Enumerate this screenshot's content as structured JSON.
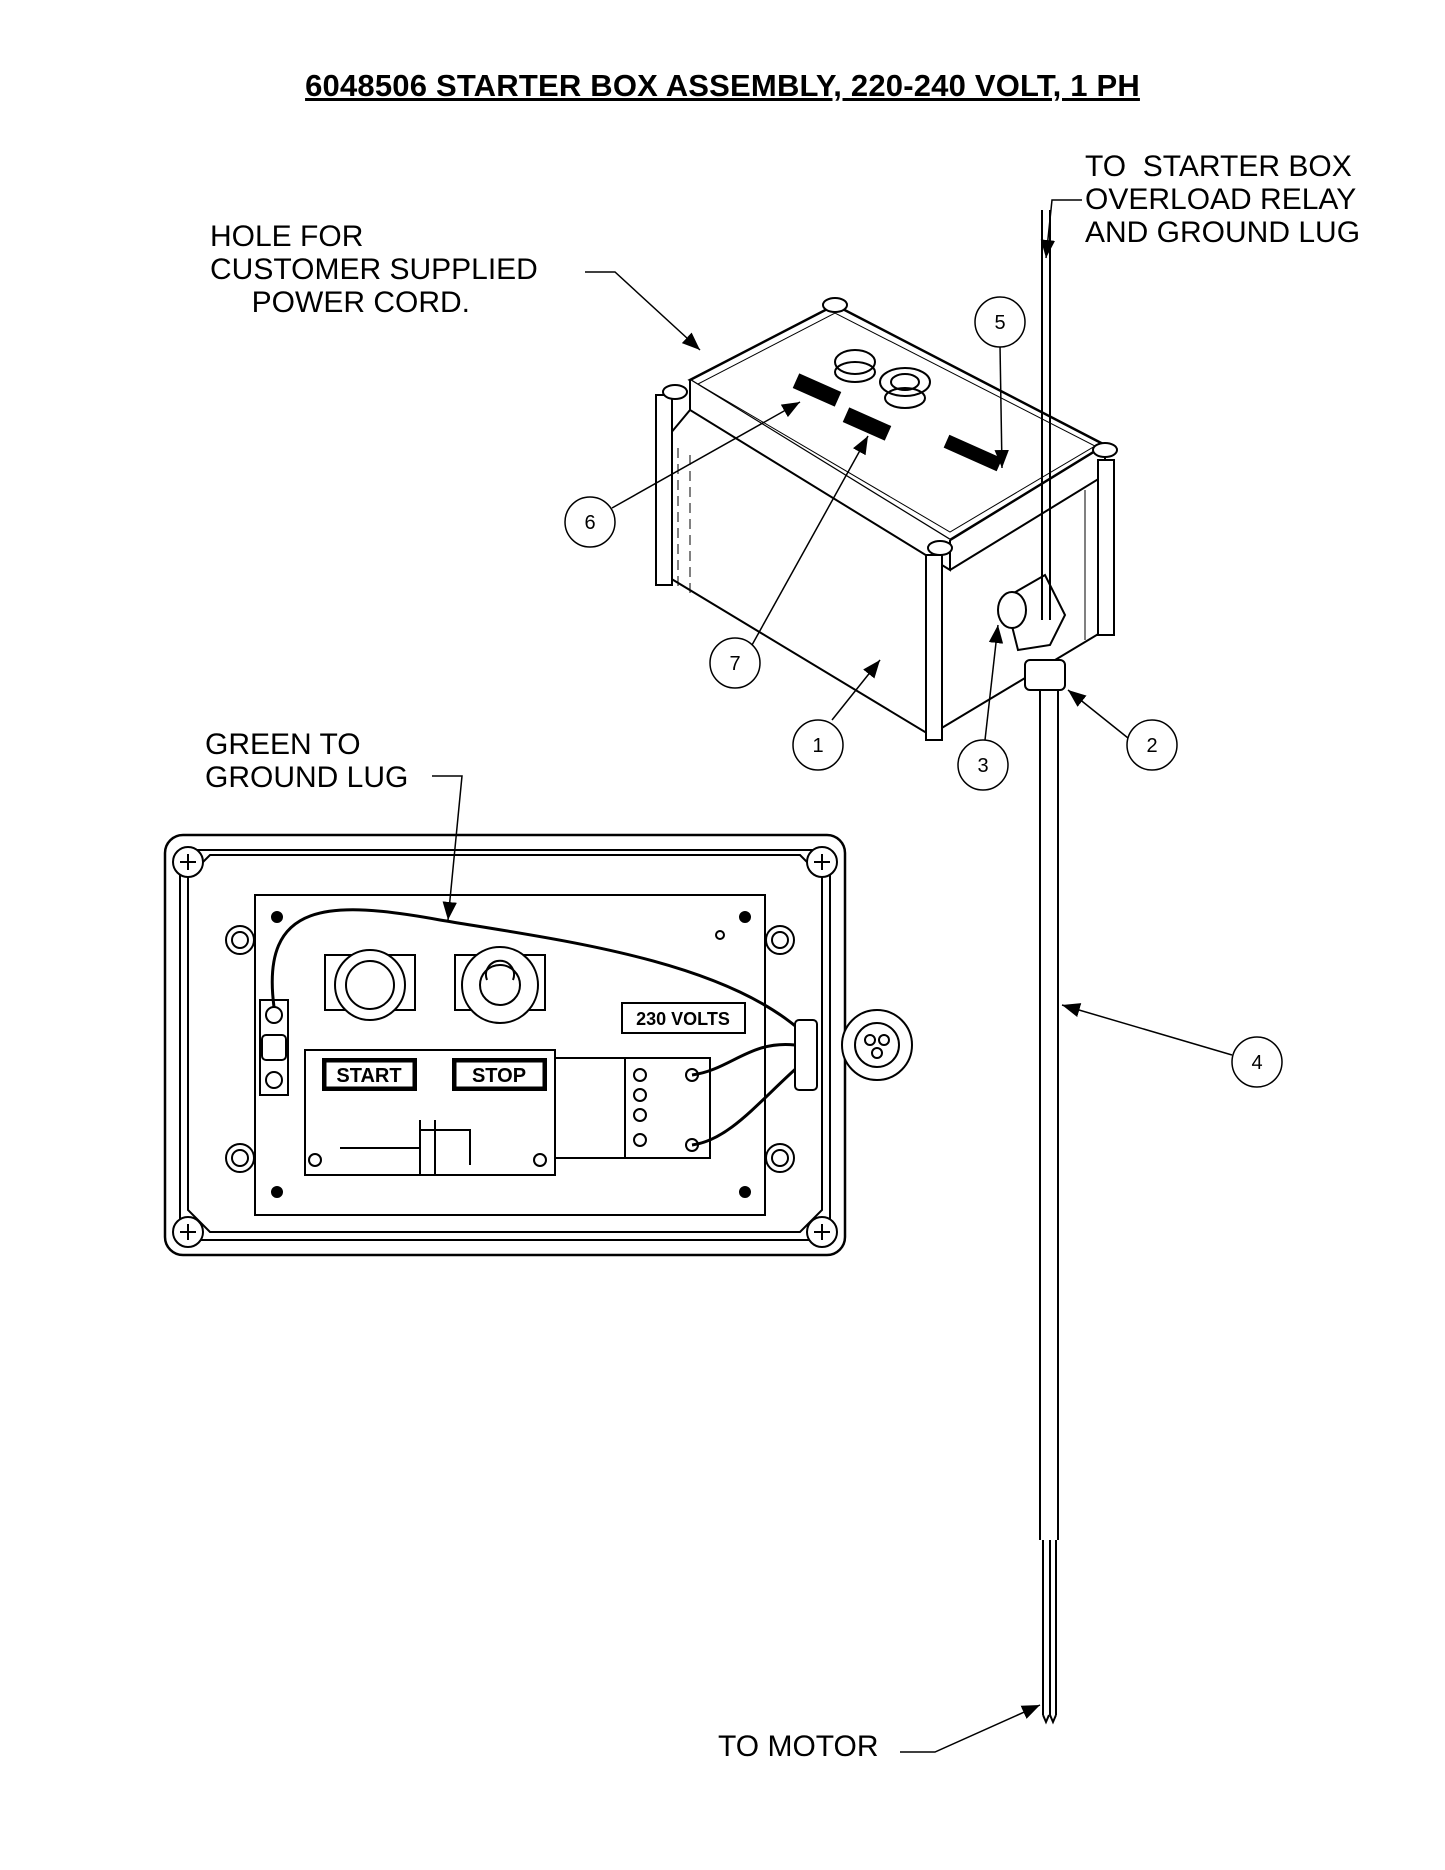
{
  "title": "6048506 STARTER BOX ASSEMBLY, 220-240 VOLT, 1 PH",
  "notes": {
    "hole": "HOLE FOR\nCUSTOMER SUPPLIED\n     POWER CORD.",
    "starter_box": "TO  STARTER BOX\nOVERLOAD RELAY\nAND GROUND LUG",
    "green": "GREEN TO\nGROUND LUG",
    "motor": "TO MOTOR"
  },
  "callouts": [
    "1",
    "2",
    "3",
    "4",
    "5",
    "6",
    "7"
  ],
  "labels": {
    "start": "START",
    "stop": "STOP",
    "volts": "230 VOLTS"
  }
}
